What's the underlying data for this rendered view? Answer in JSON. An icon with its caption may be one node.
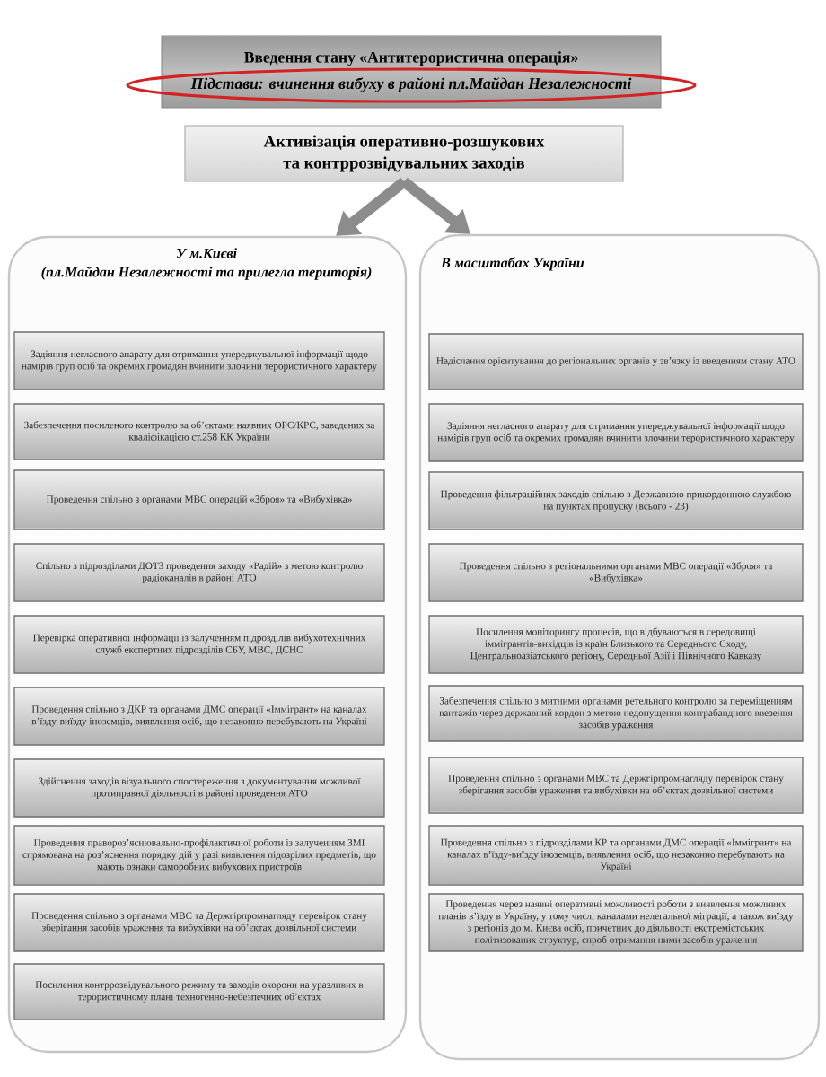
{
  "diagram": {
    "nodes": [
      {
        "text": [
          "Введення стану «Антитерористична операція»",
          "Підстави: вчинення вибуху в районі пл.Майдан Незалежності"
        ]
      },
      {
        "text": [
          "Активізація оперативно-розшукових та контррозвідувальних заходів"
        ]
      },
      {
        "text": [
          "У м.Києві",
          "(пл.Майдан Незалежності та прилегла територія)"
        ]
      },
      {
        "text": [
          "Задіяння негласного апарату для отримання упереджувальної інформації щодо намірів груп осіб та окремих громадян вчинити злочини терористичного характеру"
        ],
        "in": 2
      },
      {
        "text": [
          "Забезпечення посиленого контролю за об’єктами наявних ОРС/КРС, заведених за кваліфікацією ст.258 КК України"
        ],
        "in": 2
      },
      {
        "text": [
          "Проведення спільно з органами МВС операцій «Зброя» та «Вибухівка»"
        ],
        "in": 2
      },
      {
        "text": [
          "Спільно з підрозділами ДОТЗ проведення заходу «Радій» з метою контролю радіоканалів в районі АТО"
        ],
        "in": 2
      },
      {
        "text": [
          "Перевірка оперативної інформації із залученням підрозділів вибухотехнічних служб експертних підрозділів СБУ, МВС, ДСНС"
        ],
        "in": 2
      },
      {
        "text": [
          "Проведення спільно з ДКР та органами ДМС операції «Іммігрант» на каналах в’їзду-виїзду іноземців, виявлення осіб, що незаконно перебувають на Україні"
        ],
        "in": 2
      },
      {
        "text": [
          "Здійснення заходів візуального спостереження з документування можливої протиправної діяльності в районі проведення АТО"
        ],
        "in": 2
      },
      {
        "text": [
          "Проведення правороз’яснювально-профілактичної роботи із залученням ЗМІ спрямована на роз’яснення порядку дій у разі виявлення підозрілих предметів, що мають ознаки саморобних вибухових пристроїв"
        ],
        "in": 2
      },
      {
        "text": [
          "Проведення спільно з органами МВС та Держгірпромнагляду перевірок стану зберігання засобів ураження та вибухівки на об’єктах дозвільної системи"
        ],
        "in": 2
      },
      {
        "text": [
          "Посилення контррозвідувального режиму та заходів охорони на уразливих в терористичному плані техногенно-небезпечних об’єктах"
        ],
        "in": 2
      },
      {
        "text": [
          "В масштабах України"
        ]
      },
      {
        "text": [
          "Надіслання орієнтування до регіональних органів у зв’язку із введенням стану АТО"
        ],
        "in": 13
      },
      {
        "text": [
          "Задіяння негласного апарату для отримання упереджувальної інформації щодо намірів груп осіб та окремих громадян вчинити злочини терористичного характеру"
        ],
        "in": 13
      },
      {
        "text": [
          "Проведення фільтраційних заходів спільно з Державною прикордонною службою на пунктах пропуску (всього - 23)"
        ],
        "in": 13
      },
      {
        "text": [
          "Проведення спільно з регіональними органами МВС операції «Зброя» та «Вибухівка»"
        ],
        "in": 13
      },
      {
        "text": [
          "Посилення моніторингу процесів, що відбуваються в середовищі іммігрантів-вихідців із країн Близького та Середнього Сходу, Центральноазіатського регіону, Середньої Азії і Північного Кавказу"
        ],
        "in": 13
      },
      {
        "text": [
          "Забезпечення спільно з митними органами ретельного контролю за переміщенням вантажів через державний кордон з метою недопущення контрабандного ввезення засобів ураження"
        ],
        "in": 13
      },
      {
        "text": [
          "Проведення спільно з органами МВС та Держгірпромнагляду перевірок стану зберігання засобів ураження та вибухівки на об’єктах дозвільної системи"
        ],
        "in": 13
      },
      {
        "text": [
          "Проведення спільно з підрозділами КР та органами ДМС операції «Іммігрант» на каналах в’їзду-виїзду іноземців, виявлення осіб, що незаконно перебувають на Україні"
        ],
        "in": 13
      },
      {
        "text": [
          "Проведення через наявні оперативні можливості роботи з виявлення можливих планів в’їзду в Україну, у тому числі каналами нелегальної міграції, а також виїзду з регіонів до м. Києва осіб, причетних до діяльності екстремістських політизованих структур, спроб отримання ними засобів ураження"
        ],
        "in": 13
      }
    ],
    "edges": [
      {
        "from": 1,
        "to": 2,
        "arrow": "to"
      },
      {
        "from": 1,
        "to": 13,
        "arrow": "to"
      }
    ]
  }
}
